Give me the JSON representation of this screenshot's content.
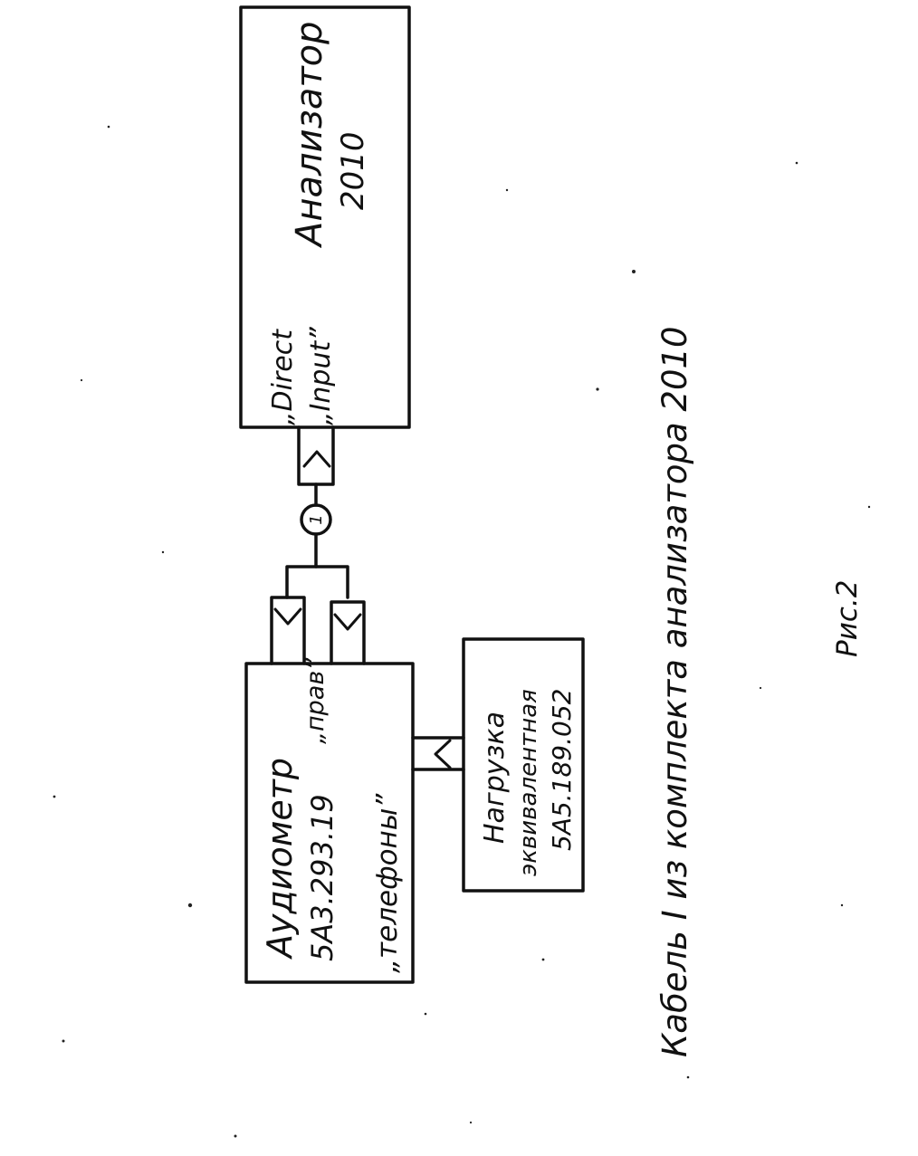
{
  "diagram": {
    "analyzer": {
      "name": "Анализатор",
      "model": "2010",
      "port_line1": "„Direct",
      "port_line2": "„Input”"
    },
    "audiometer": {
      "name": "Аудиометр",
      "model": "5А3.293.19",
      "port_right": "„прав”",
      "port_phones": "„телефоны”"
    },
    "load": {
      "line1": "Нагрузка",
      "line2": "эквивалентная",
      "line3": "5А5.189.052"
    },
    "cable_marker": "1",
    "caption": "Кабель I  из комплекта  анализатора 2010",
    "figure_label": "Рис.2"
  }
}
